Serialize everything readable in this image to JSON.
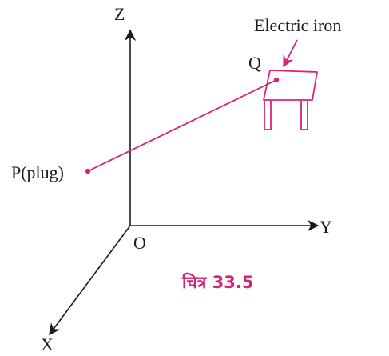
{
  "axes": {
    "z_label": "Z",
    "y_label": "Y",
    "x_label": "X",
    "origin_label": "O"
  },
  "points": {
    "p_label": "P(plug)",
    "q_label": "Q"
  },
  "callout": {
    "text": "Electric iron"
  },
  "caption": {
    "text": "चित्र 33.5"
  },
  "colors": {
    "axis": "#1a1a1a",
    "accent": "#d6247a"
  }
}
